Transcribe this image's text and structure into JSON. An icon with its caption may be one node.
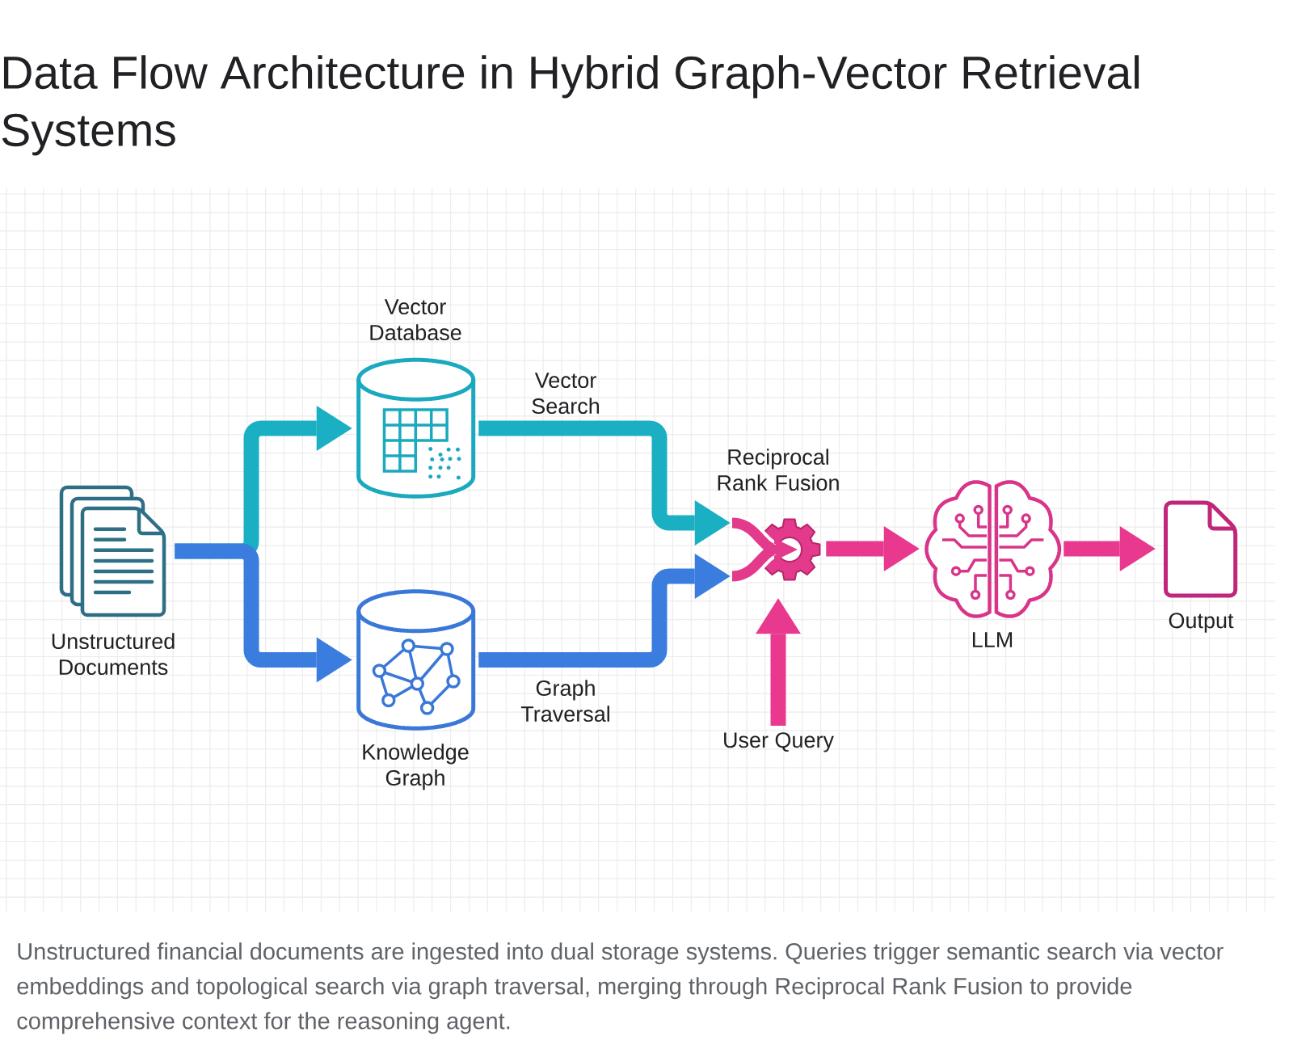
{
  "diagram": {
    "title": "Data Flow Architecture in Hybrid Graph-Vector Retrieval Systems",
    "caption": "Unstructured financial documents are ingested into dual storage systems. Queries trigger semantic search via vector embeddings and topological search via graph traversal, merging through Reciprocal Rank Fusion to provide comprehensive context for the reasoning agent.",
    "nodes": [
      {
        "text": [
          "Unstructured Documents"
        ]
      },
      {
        "text": [
          "Vector Database"
        ]
      },
      {
        "text": [
          "Knowledge Graph"
        ]
      },
      {
        "text": [
          "Reciprocal Rank Fusion"
        ]
      },
      {
        "text": [
          "User Query"
        ]
      },
      {
        "text": [
          "LLM"
        ]
      },
      {
        "text": [
          "Output"
        ]
      }
    ],
    "edges": [
      {
        "from": 0,
        "to": 1,
        "arrow": "to",
        "color": "#1aafc3"
      },
      {
        "from": 0,
        "to": 2,
        "arrow": "to",
        "color": "#3b7ddf"
      },
      {
        "from": 1,
        "to": 3,
        "arrow": "to",
        "label": "Vector Search",
        "color": "#1aafc3"
      },
      {
        "from": 2,
        "to": 3,
        "arrow": "to",
        "label": "Graph Traversal",
        "color": "#3b7ddf"
      },
      {
        "from": 4,
        "to": 3,
        "arrow": "to"
      },
      {
        "from": 3,
        "to": 5,
        "arrow": "to"
      },
      {
        "from": 5,
        "to": 6,
        "arrow": "to"
      }
    ]
  }
}
